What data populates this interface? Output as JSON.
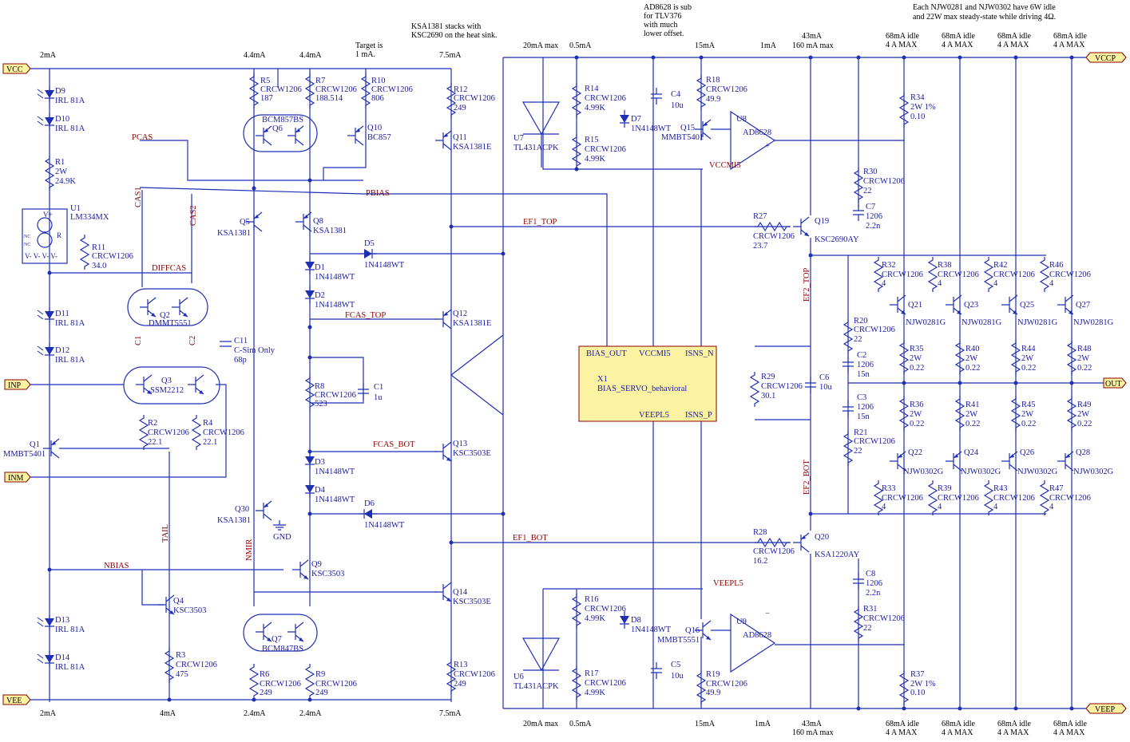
{
  "ports": {
    "vcc": "VCC",
    "vee": "VEE",
    "inp": "INP",
    "inm": "INM",
    "vccp": "VCCP",
    "veep": "VEEP",
    "out": "OUT"
  },
  "notes": {
    "target1": "Target is",
    "target2": "1 mA.",
    "ksa1": "KSA1381 stacks with",
    "ksa2": "KSC2690 on the heat sink.",
    "ad1": "AD8628 is sub",
    "ad2": "for TLV376",
    "ad3": "with much",
    "ad4": "lower offset.",
    "njw1": "Each NJW0281 and NJW0302 have 6W idle",
    "njw2": "and 22W max steady-state while driving 4Ω."
  },
  "currents_top": {
    "c2ma": "2mA",
    "c44a": "4.4mA",
    "c44b": "4.4mA",
    "c75": "7.5mA",
    "c20": "20mA max",
    "c05": "0.5mA",
    "c15": "15mA",
    "c1": "1mA",
    "c43": "43mA",
    "c160": "160 mA max",
    "i68": "68mA idle",
    "i4a": "4 A MAX"
  },
  "currents_bot": {
    "c2ma": "2mA",
    "c4ma": "4mA",
    "c24a": "2.4mA",
    "c24b": "2.4mA",
    "c75": "7.5mA",
    "c20": "20mA max",
    "c05": "0.5mA",
    "c15": "15mA",
    "c1": "1mA",
    "c43": "43mA",
    "c160": "160 mA max",
    "i68": "68mA idle",
    "i4a": "4 A MAX"
  },
  "nets": {
    "pcas": "PCAS",
    "pbias": "PBIAS",
    "ef1top": "EF1_TOP",
    "fcastop": "FCAS_TOP",
    "fcasbot": "FCAS_BOT",
    "ef1bot": "EF1_BOT",
    "nbias": "NBIAS",
    "diffcas": "DIFFCAS",
    "cas1": "CAS1",
    "cas2": "CAS2",
    "c1": "C1",
    "c2": "C2",
    "tail": "TAIL",
    "nmir": "NMIR",
    "vccmi5": "VCCMI5",
    "veepl5": "VEEPL5",
    "ef2top": "EF2_TOP",
    "ef2bot": "EF2_BOT",
    "gnd": "GND"
  },
  "parts": {
    "D9": [
      "D9",
      "IRL 81A"
    ],
    "D10": [
      "D10",
      "IRL 81A"
    ],
    "R1": [
      "R1",
      "2W",
      "24.9K"
    ],
    "U1": [
      "U1",
      "LM334MX"
    ],
    "R11": [
      "R11",
      "CRCW1206",
      "34.0"
    ],
    "D11": [
      "D11",
      "IRL 81A"
    ],
    "D12": [
      "D12",
      "IRL 81A"
    ],
    "D13": [
      "D13",
      "IRL 81A"
    ],
    "D14": [
      "D14",
      "IRL 81A"
    ],
    "Q1": [
      "Q1",
      "MMBT5401"
    ],
    "Q2": [
      "Q2",
      "DMMT5551"
    ],
    "Q3": [
      "Q3",
      "SSM2212"
    ],
    "R2": [
      "R2",
      "CRCW1206",
      "22.1"
    ],
    "R4": [
      "R4",
      "CRCW1206",
      "22.1"
    ],
    "C11": [
      "C11",
      "C-Sim Only",
      "68p"
    ],
    "Q4": [
      "Q4",
      "KSC3503"
    ],
    "R3": [
      "R3",
      "CRCW1206",
      "475"
    ],
    "R5": [
      "R5",
      "CRCW1206",
      "187"
    ],
    "R7": [
      "R7",
      "CRCW1206",
      "188.514"
    ],
    "R10": [
      "R10",
      "CRCW1206",
      "806"
    ],
    "Q6": [
      "BCM857BS",
      "Q6"
    ],
    "Q10": [
      "Q10",
      "BC857"
    ],
    "Q5": [
      "Q5",
      "KSA1381"
    ],
    "Q8": [
      "Q8",
      "KSA1381"
    ],
    "D1": [
      "D1",
      "1N4148WT"
    ],
    "D2": [
      "D2",
      "1N4148WT"
    ],
    "D3": [
      "D3",
      "1N4148WT"
    ],
    "D4": [
      "D4",
      "1N4148WT"
    ],
    "D5": [
      "D5",
      "1N4148WT"
    ],
    "D6": [
      "D6",
      "1N4148WT"
    ],
    "R8": [
      "R8",
      "CRCW1206",
      "523"
    ],
    "C1": [
      "C1",
      "1u"
    ],
    "Q30": [
      "Q30",
      "KSA1381"
    ],
    "Q9": [
      "Q9",
      "KSC3503"
    ],
    "Q7": [
      "Q7",
      "BCM847BS"
    ],
    "R6": [
      "R6",
      "CRCW1206",
      "249"
    ],
    "R9": [
      "R9",
      "CRCW1206",
      "249"
    ],
    "R12": [
      "R12",
      "CRCW1206",
      "249"
    ],
    "Q11": [
      "Q11",
      "KSA1381E"
    ],
    "Q12": [
      "Q12",
      "KSA1381E"
    ],
    "Q13": [
      "Q13",
      "KSC3503E"
    ],
    "Q14": [
      "Q14",
      "KSC3503E"
    ],
    "R13": [
      "R13",
      "CRCW1206",
      "249"
    ],
    "U7": [
      "U7",
      "TL431ACPK"
    ],
    "U6": [
      "U6",
      "TL431ACPK"
    ],
    "R14": [
      "R14",
      "CRCW1206",
      "4.99K"
    ],
    "R15": [
      "R15",
      "CRCW1206",
      "4.99K"
    ],
    "R16": [
      "R16",
      "CRCW1206",
      "4.99K"
    ],
    "R17": [
      "R17",
      "CRCW1206",
      "4.99K"
    ],
    "D7": [
      "D7",
      "1N4148WT"
    ],
    "D8": [
      "D8",
      "1N4148WT"
    ],
    "C4": [
      "C4",
      "10u"
    ],
    "C5": [
      "C5",
      "10u"
    ],
    "Q15": [
      "Q15",
      "MMBT5401"
    ],
    "Q16": [
      "Q16",
      "MMBT5551"
    ],
    "R18": [
      "R18",
      "CRCW1206",
      "49.9"
    ],
    "R19": [
      "R19",
      "CRCW1206",
      "49.9"
    ],
    "U8": [
      "U8",
      "AD8628"
    ],
    "U9": [
      "U9",
      "AD8628"
    ],
    "X1": [
      "X1",
      "BIAS_SERVO_behavioral"
    ],
    "R27": [
      "R27",
      "CRCW1206",
      "23.7"
    ],
    "R28": [
      "R28",
      "CRCW1206",
      "16.2"
    ],
    "Q19": [
      "Q19",
      "KSC2690AY"
    ],
    "Q20": [
      "Q20",
      "KSA1220AY"
    ],
    "R29": [
      "R29",
      "CRCW1206",
      "30.1"
    ],
    "C6": [
      "C6",
      "10u"
    ],
    "R20": [
      "R20",
      "CRCW1206",
      "22"
    ],
    "R21": [
      "R21",
      "CRCW1206",
      "22"
    ],
    "C2": [
      "C2",
      "1206",
      "15n"
    ],
    "C3": [
      "C3",
      "1206",
      "15n"
    ],
    "R30": [
      "R30",
      "CRCW1206",
      "22"
    ],
    "C7": [
      "C7",
      "1206",
      "2.2n"
    ],
    "C8": [
      "C8",
      "1206",
      "2.2n"
    ],
    "R31": [
      "R31",
      "CRCW1206",
      "22"
    ],
    "R34": [
      "R34",
      "2W 1%",
      "0.10"
    ],
    "R37": [
      "R37",
      "2W 1%",
      "0.10"
    ],
    "R32": [
      "R32",
      "CRCW1206",
      "4"
    ],
    "R38": [
      "R38",
      "CRCW1206",
      "4"
    ],
    "R42": [
      "R42",
      "CRCW1206",
      "4"
    ],
    "R46": [
      "R46",
      "CRCW1206",
      "4"
    ],
    "Q21": [
      "Q21",
      "NJW0281G"
    ],
    "Q23": [
      "Q23",
      "NJW0281G"
    ],
    "Q25": [
      "Q25",
      "NJW0281G"
    ],
    "Q27": [
      "Q27",
      "NJW0281G"
    ],
    "R35": [
      "R35",
      "2W",
      "0.22"
    ],
    "R40": [
      "R40",
      "2W",
      "0.22"
    ],
    "R44": [
      "R44",
      "2W",
      "0.22"
    ],
    "R48": [
      "R48",
      "2W",
      "0.22"
    ],
    "R36": [
      "R36",
      "2W",
      "0.22"
    ],
    "R41": [
      "R41",
      "2W",
      "0.22"
    ],
    "R45": [
      "R45",
      "2W",
      "0.22"
    ],
    "R49": [
      "R49",
      "2W",
      "0.22"
    ],
    "Q22": [
      "Q22",
      "NJW0302G"
    ],
    "Q24": [
      "Q24",
      "NJW0302G"
    ],
    "Q26": [
      "Q26",
      "NJW0302G"
    ],
    "Q28": [
      "Q28",
      "NJW0302G"
    ],
    "R33": [
      "R33",
      "CRCW1206",
      "4"
    ],
    "R39": [
      "R39",
      "CRCW1206",
      "4"
    ],
    "R43": [
      "R43",
      "CRCW1206",
      "4"
    ],
    "R47": [
      "R47",
      "CRCW1206",
      "4"
    ]
  },
  "x1_pins": {
    "bias_out": "BIAS_OUT",
    "vccmi5": "VCCMI5",
    "isns_n": "ISNS_N",
    "veepl5": "VEEPL5",
    "isns_p": "ISNS_P"
  },
  "u1_pins": {
    "v": "V+",
    "r": "R",
    "vm": "V-  V-  V-  V-",
    "nc": "NC"
  },
  "u_pins": {
    "plus": "+",
    "minus": "−"
  }
}
